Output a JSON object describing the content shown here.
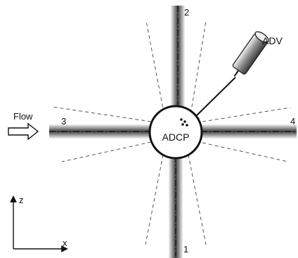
{
  "diagram": {
    "center_label": "ADCP",
    "instrument_label": "ADV",
    "flow_label": "Flow",
    "beams": [
      {
        "id": "beam-1",
        "label": "1"
      },
      {
        "id": "beam-2",
        "label": "2"
      },
      {
        "id": "beam-3",
        "label": "3"
      },
      {
        "id": "beam-4",
        "label": "4"
      }
    ],
    "axes": {
      "vertical": "z",
      "horizontal": "x"
    },
    "colors": {
      "stroke": "#111111",
      "beam_dark": "#2a2a2a",
      "beam_light": "#ececec"
    }
  }
}
